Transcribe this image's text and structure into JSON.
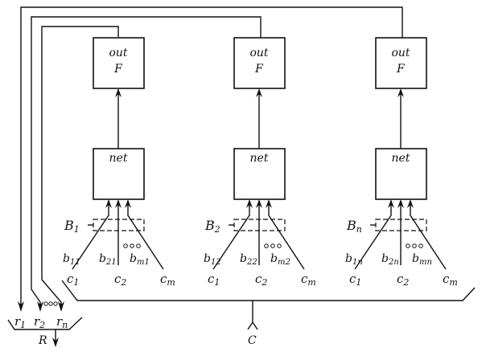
{
  "diagram": {
    "title": "",
    "neurons": [
      {
        "id": 1,
        "out_label": "out",
        "func_label": "F",
        "net_label": "net",
        "bundle_label": "B",
        "bundle_sub": "1",
        "weights": [
          {
            "main": "b",
            "sub": "11"
          },
          {
            "main": "b",
            "sub": "21"
          },
          {
            "main": "b",
            "sub": "m1"
          }
        ],
        "inputs": [
          {
            "main": "c",
            "sub": "1"
          },
          {
            "main": "c",
            "sub": "2"
          },
          {
            "main": "c",
            "sub": "m"
          }
        ],
        "ellipsis": "∘∘∘"
      },
      {
        "id": 2,
        "out_label": "out",
        "func_label": "F",
        "net_label": "net",
        "bundle_label": "B",
        "bundle_sub": "2",
        "weights": [
          {
            "main": "b",
            "sub": "12"
          },
          {
            "main": "b",
            "sub": "22"
          },
          {
            "main": "b",
            "sub": "m2"
          }
        ],
        "inputs": [
          {
            "main": "c",
            "sub": "1"
          },
          {
            "main": "c",
            "sub": "2"
          },
          {
            "main": "c",
            "sub": "m"
          }
        ],
        "ellipsis": "∘∘∘"
      },
      {
        "id": 3,
        "out_label": "out",
        "func_label": "F",
        "net_label": "net",
        "bundle_label": "B",
        "bundle_sub": "n",
        "weights": [
          {
            "main": "b",
            "sub": "1n"
          },
          {
            "main": "b",
            "sub": "2n"
          },
          {
            "main": "b",
            "sub": "mn"
          }
        ],
        "inputs": [
          {
            "main": "c",
            "sub": "1"
          },
          {
            "main": "c",
            "sub": "2"
          },
          {
            "main": "c",
            "sub": "m"
          }
        ],
        "ellipsis": "∘∘∘"
      }
    ],
    "outputs": [
      {
        "main": "r",
        "sub": "1"
      },
      {
        "main": "r",
        "sub": "2"
      },
      {
        "main": "r",
        "sub": "n"
      }
    ],
    "outputs_ellipsis": "∘∘∘",
    "output_vector_label": "R",
    "input_vector_label": "C"
  }
}
